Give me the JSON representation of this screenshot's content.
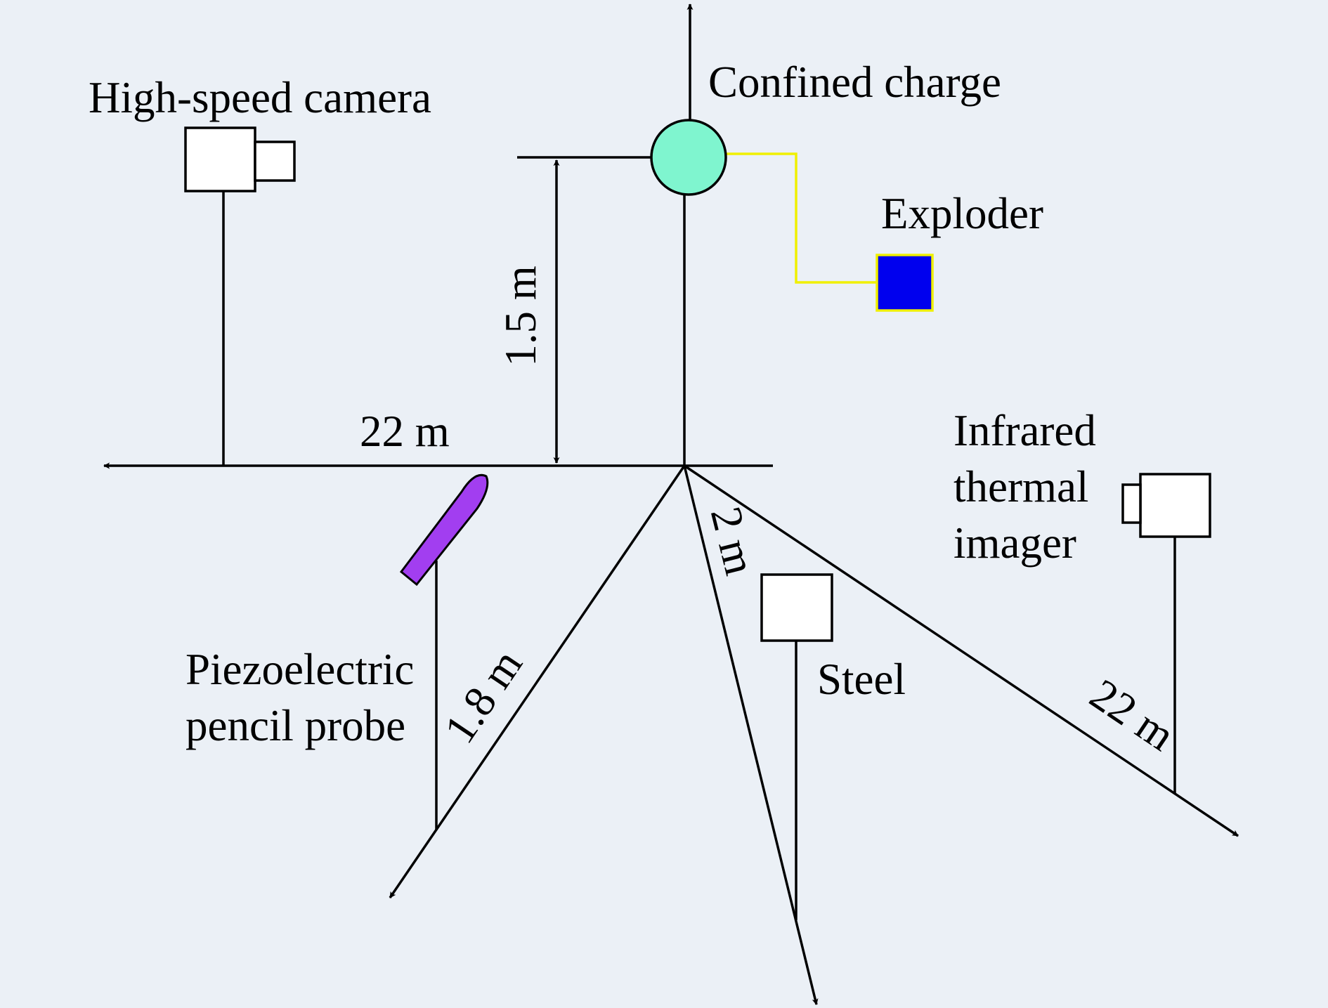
{
  "labels": {
    "high_speed_camera": "High-speed camera",
    "confined_charge": "Confined charge",
    "exploder": "Exploder",
    "infrared_line1": "Infrared",
    "infrared_line2": "thermal",
    "infrared_line3": "imager",
    "piezo_line1": "Piezoelectric",
    "piezo_line2": "pencil probe",
    "steel": "Steel"
  },
  "dimensions": {
    "height": "1.5 m",
    "camera_distance": "22 m",
    "probe_distance": "1.8 m",
    "steel_distance": "2 m",
    "imager_distance": "22 m"
  },
  "colors": {
    "background": "#ebf0f6",
    "charge_fill": "#7ff5cf",
    "exploder_fill": "#0000ee",
    "exploder_border": "#f0f000",
    "wire": "#f0f000",
    "probe_fill": "#a23ef0",
    "line": "#000000"
  }
}
